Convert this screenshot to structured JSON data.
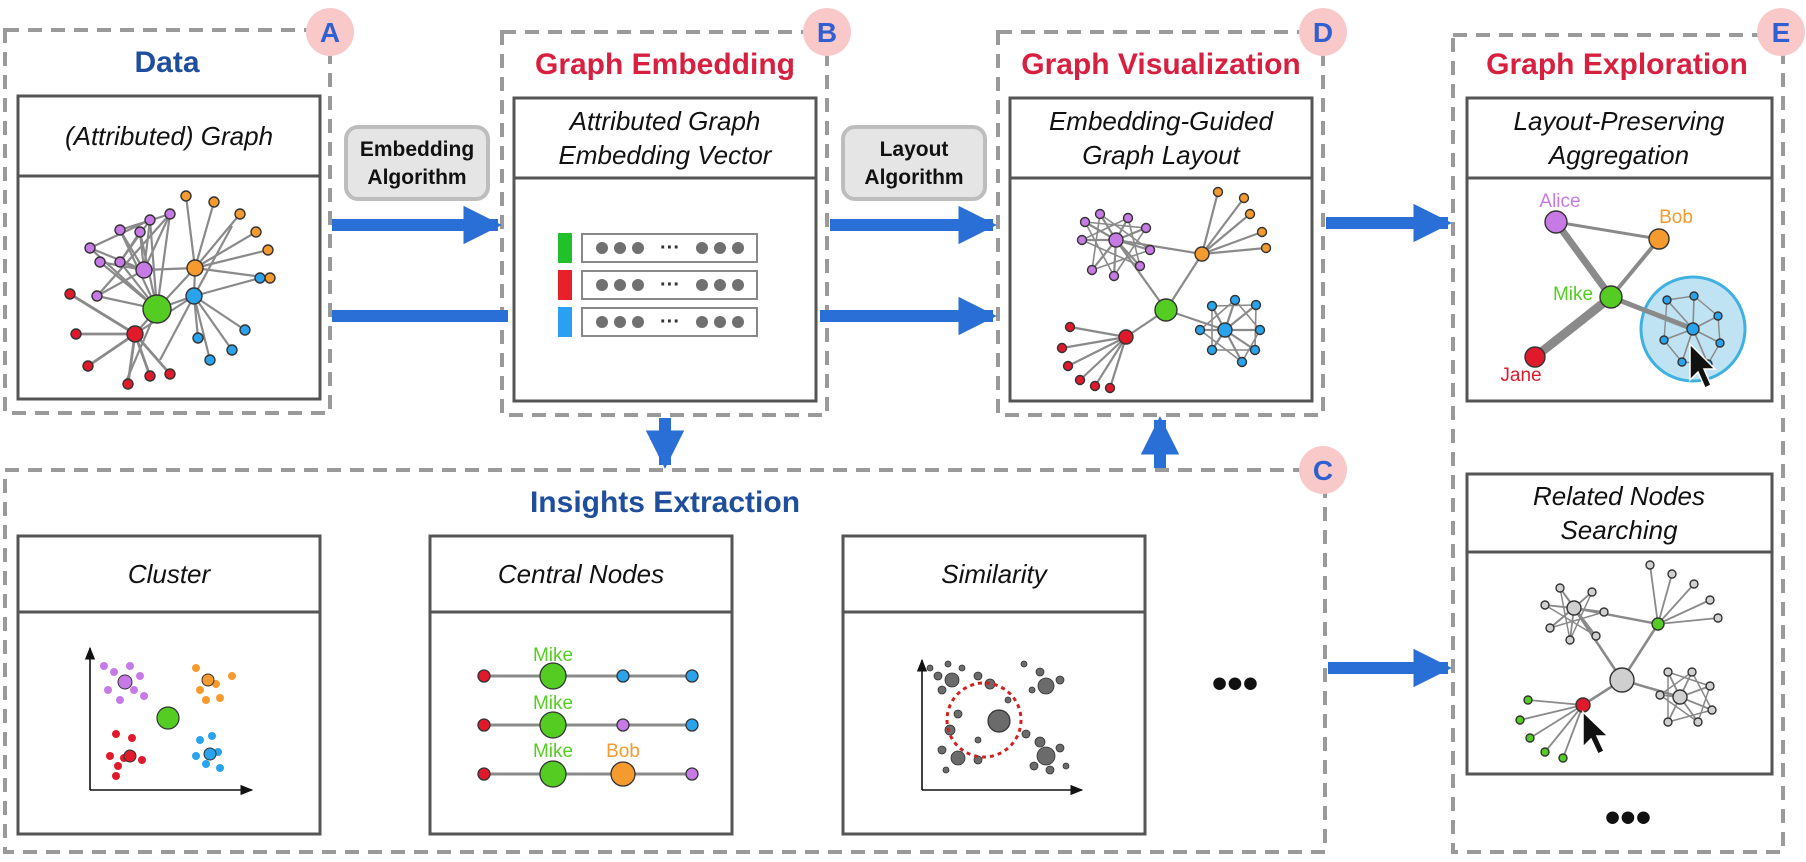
{
  "sections": {
    "data": {
      "title": "Data",
      "badge": "A",
      "title_color": "#1f4e9c"
    },
    "embedding": {
      "title": "Graph Embedding",
      "badge": "B",
      "title_color": "#d81f3f"
    },
    "insights": {
      "title": "Insights Extraction",
      "badge": "C",
      "title_color": "#1f4e9c"
    },
    "visualization": {
      "title": "Graph Visualization",
      "badge": "D",
      "title_color": "#d81f3f"
    },
    "exploration": {
      "title": "Graph Exploration",
      "badge": "E",
      "title_color": "#d81f3f"
    }
  },
  "cards": {
    "attributed_graph": {
      "line1": "(Attributed) Graph"
    },
    "embedding_vector": {
      "line1": "Attributed Graph",
      "line2": "Embedding Vector"
    },
    "guided_layout": {
      "line1": "Embedding-Guided",
      "line2": "Graph Layout"
    },
    "aggregation": {
      "line1": "Layout-Preserving",
      "line2": "Aggregation"
    },
    "related_nodes": {
      "line1": "Related Nodes",
      "line2": "Searching"
    },
    "cluster": {
      "line1": "Cluster"
    },
    "central_nodes": {
      "line1": "Central Nodes"
    },
    "similarity": {
      "line1": "Similarity"
    }
  },
  "buttons": {
    "embedding_algorithm": {
      "line1": "Embedding",
      "line2": "Algorithm"
    },
    "layout_algorithm": {
      "line1": "Layout",
      "line2": "Algorithm"
    }
  },
  "vector_rows": [
    {
      "color": "#22c02a",
      "gap": "···"
    },
    {
      "color": "#e8202a",
      "gap": "···"
    },
    {
      "color": "#2aa0f0",
      "gap": "···"
    }
  ],
  "aggregation_labels": {
    "alice": "Alice",
    "bob": "Bob",
    "mike": "Mike",
    "jane": "Jane"
  },
  "central_labels": {
    "row1": [
      "Mike"
    ],
    "row2": [
      "Mike"
    ],
    "row3": [
      "Mike",
      "Bob"
    ]
  },
  "ellipses": {
    "insights": "•••",
    "exploration": "•••"
  },
  "colors": {
    "purple": "#c77ae6",
    "orange": "#f59a2e",
    "green": "#55cc22",
    "blue": "#29a3ec",
    "red": "#e01a2a",
    "arrow": "#2a6fd6",
    "dash": "#9a9a9a",
    "badge_bg": "#f9c9c9"
  }
}
